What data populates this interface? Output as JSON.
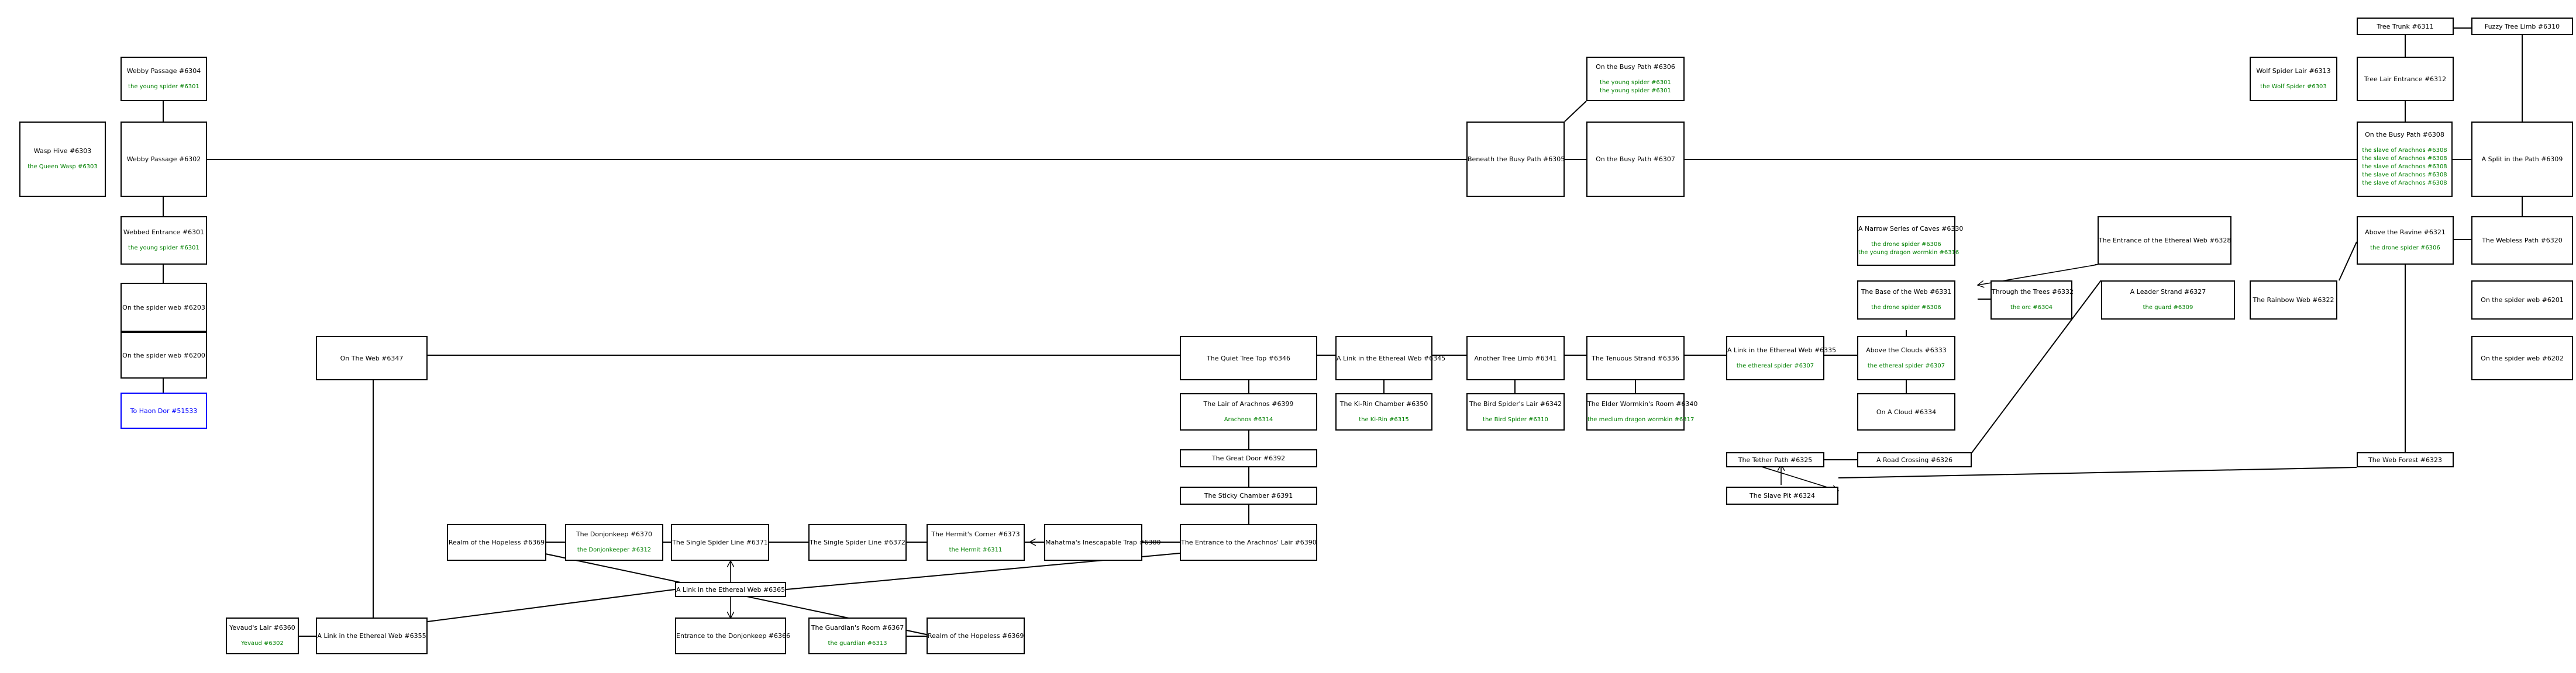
{
  "map": {
    "rooms": [
      {
        "id": "r6304",
        "title": "Webby Passage #6304",
        "mobs": [
          "the young spider #6301"
        ]
      },
      {
        "id": "r6303",
        "title": "Wasp Hive #6303",
        "mobs": [
          "the Queen Wasp #6303"
        ]
      },
      {
        "id": "r6302",
        "title": "Webby Passage #6302",
        "mobs": []
      },
      {
        "id": "r6301",
        "title": "Webbed Entrance #6301",
        "mobs": [
          "the young spider #6301"
        ]
      },
      {
        "id": "r6203",
        "title": "On the spider web #6203",
        "mobs": []
      },
      {
        "id": "r6200",
        "title": "On the spider web #6200",
        "mobs": []
      },
      {
        "id": "r51533",
        "title": "To Haon Dor #51533",
        "mobs": [],
        "link": true
      },
      {
        "id": "r6347",
        "title": "On The Web #6347",
        "mobs": []
      },
      {
        "id": "r6306",
        "title": "On the Busy Path #6306",
        "mobs": [
          "the young spider #6301",
          "the young spider #6301"
        ]
      },
      {
        "id": "r6305",
        "title": "Beneath the Busy Path #6305",
        "mobs": []
      },
      {
        "id": "r6307",
        "title": "On the Busy Path #6307",
        "mobs": []
      },
      {
        "id": "r6311",
        "title": "Tree Trunk #6311",
        "mobs": []
      },
      {
        "id": "r6310",
        "title": "Fuzzy Tree Limb #6310",
        "mobs": []
      },
      {
        "id": "r6313",
        "title": "Wolf Spider Lair #6313",
        "mobs": [
          "the Wolf Spider #6303"
        ]
      },
      {
        "id": "r6312",
        "title": "Tree Lair Entrance #6312",
        "mobs": []
      },
      {
        "id": "r6308",
        "title": "On the Busy Path #6308",
        "mobs": [
          "the slave of Arachnos #6308",
          "the slave of Arachnos #6308",
          "the slave of Arachnos #6308",
          "the slave of Arachnos #6308",
          "the slave of Arachnos #6308"
        ]
      },
      {
        "id": "r6309",
        "title": "A Split in the Path #6309",
        "mobs": []
      },
      {
        "id": "r6330",
        "title": "A Narrow Series of Caves #6330",
        "mobs": [
          "the drone spider #6306",
          "the young dragon wormkin #6316"
        ]
      },
      {
        "id": "r6328",
        "title": "The Entrance of the Ethereal Web #6328",
        "mobs": []
      },
      {
        "id": "r6321",
        "title": "Above the Ravine #6321",
        "mobs": [
          "the drone spider #6306"
        ]
      },
      {
        "id": "r6320",
        "title": "The Webless Path #6320",
        "mobs": []
      },
      {
        "id": "r6331",
        "title": "The Base of the Web #6331",
        "mobs": [
          "the drone spider #6306"
        ]
      },
      {
        "id": "r6332",
        "title": "Through the Trees #6332",
        "mobs": [
          "the orc #6304"
        ]
      },
      {
        "id": "r6327",
        "title": "A Leader Strand #6327",
        "mobs": [
          "the guard #6309"
        ]
      },
      {
        "id": "r6322",
        "title": "The Rainbow Web #6322",
        "mobs": []
      },
      {
        "id": "r6201",
        "title": "On the spider web #6201",
        "mobs": []
      },
      {
        "id": "r6346",
        "title": "The Quiet Tree Top #6346",
        "mobs": []
      },
      {
        "id": "r6345",
        "title": "A Link in the Ethereal Web #6345",
        "mobs": []
      },
      {
        "id": "r6341",
        "title": "Another Tree Limb #6341",
        "mobs": []
      },
      {
        "id": "r6336",
        "title": "The Tenuous Strand #6336",
        "mobs": []
      },
      {
        "id": "r6335",
        "title": "A Link in the Ethereal Web #6335",
        "mobs": [
          "the ethereal spider #6307"
        ]
      },
      {
        "id": "r6333",
        "title": "Above the Clouds #6333",
        "mobs": [
          "the ethereal spider #6307"
        ]
      },
      {
        "id": "r6202",
        "title": "On the spider web #6202",
        "mobs": []
      },
      {
        "id": "r6399",
        "title": "The Lair of Arachnos #6399",
        "mobs": [
          "Arachnos #6314"
        ]
      },
      {
        "id": "r6350",
        "title": "The Ki-Rin Chamber #6350",
        "mobs": [
          "the Ki-Rin #6315"
        ]
      },
      {
        "id": "r6342",
        "title": "The Bird Spider's Lair #6342",
        "mobs": [
          "the Bird Spider #6310"
        ]
      },
      {
        "id": "r6340",
        "title": "The Elder Wormkin's Room #6340",
        "mobs": [
          "the medium dragon wormkin #6317"
        ]
      },
      {
        "id": "r6334",
        "title": "On A Cloud #6334",
        "mobs": []
      },
      {
        "id": "r6392",
        "title": "The Great Door #6392",
        "mobs": []
      },
      {
        "id": "r6325",
        "title": "The Tether Path #6325",
        "mobs": []
      },
      {
        "id": "r6326",
        "title": "A Road Crossing #6326",
        "mobs": []
      },
      {
        "id": "r6323",
        "title": "The Web Forest #6323",
        "mobs": []
      },
      {
        "id": "r6391",
        "title": "The Sticky Chamber #6391",
        "mobs": []
      },
      {
        "id": "r6324",
        "title": "The Slave Pit #6324",
        "mobs": []
      },
      {
        "id": "r6369a",
        "title": "Realm of the Hopeless #6369",
        "mobs": []
      },
      {
        "id": "r6370",
        "title": "The Donjonkeep #6370",
        "mobs": [
          "the Donjonkeeper #6312"
        ]
      },
      {
        "id": "r6371",
        "title": "The Single Spider Line #6371",
        "mobs": []
      },
      {
        "id": "r6372",
        "title": "The Single Spider Line #6372",
        "mobs": []
      },
      {
        "id": "r6373",
        "title": "The Hermit's Corner #6373",
        "mobs": [
          "the Hermit #6311"
        ]
      },
      {
        "id": "r6380",
        "title": "Mahatma's Inescapable Trap #6380",
        "mobs": []
      },
      {
        "id": "r6390",
        "title": "The Entrance to the Arachnos' Lair #6390",
        "mobs": []
      },
      {
        "id": "r6365",
        "title": "A Link in the Ethereal Web #6365",
        "mobs": []
      },
      {
        "id": "r6360",
        "title": "Yevaud's Lair #6360",
        "mobs": [
          "Yevaud #6302"
        ]
      },
      {
        "id": "r6355",
        "title": "A Link in the Ethereal Web #6355",
        "mobs": []
      },
      {
        "id": "r6366",
        "title": "Entrance to the Donjonkeep #6366",
        "mobs": []
      },
      {
        "id": "r6367",
        "title": "The Guardian's Room #6367",
        "mobs": [
          "the guardian #6313"
        ]
      },
      {
        "id": "r6369b",
        "title": "Realm of the Hopeless #6369",
        "mobs": []
      }
    ]
  }
}
